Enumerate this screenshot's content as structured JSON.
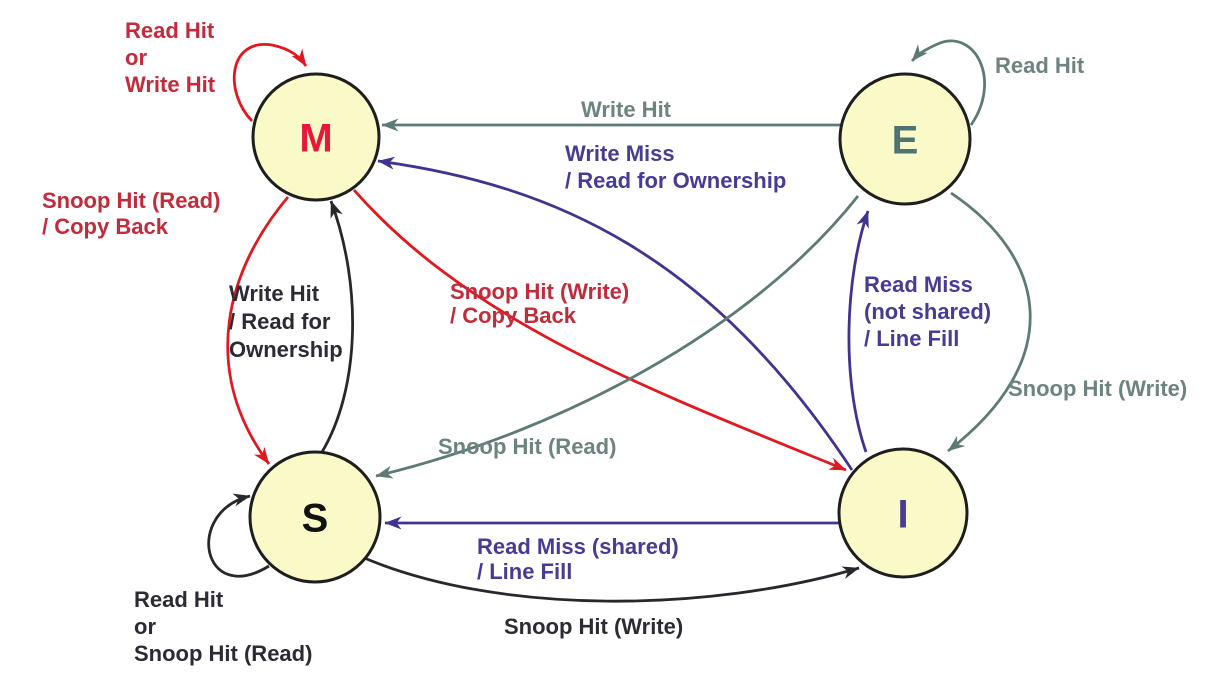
{
  "diagram": {
    "states": [
      {
        "id": "M",
        "letter": "M",
        "color_key": "red"
      },
      {
        "id": "E",
        "letter": "E",
        "color_key": "gray"
      },
      {
        "id": "S",
        "letter": "S",
        "color_key": "black"
      },
      {
        "id": "I",
        "letter": "I",
        "color_key": "purple"
      }
    ],
    "transitions": [
      {
        "id": "m-self",
        "from": "M",
        "to": "M",
        "color_key": "red",
        "label_lines": [
          "Read Hit",
          "or",
          "Write Hit"
        ]
      },
      {
        "id": "e-self",
        "from": "E",
        "to": "E",
        "color_key": "gray",
        "label_lines": [
          "Read Hit"
        ]
      },
      {
        "id": "e-m",
        "from": "E",
        "to": "M",
        "color_key": "gray",
        "label_lines": [
          "Write Hit"
        ]
      },
      {
        "id": "i-m",
        "from": "I",
        "to": "M",
        "color_key": "purple",
        "label_lines": [
          "Write Miss",
          "/ Read for Ownership"
        ]
      },
      {
        "id": "m-s",
        "from": "M",
        "to": "S",
        "color_key": "red",
        "label_lines": [
          "Snoop Hit (Read)",
          "/ Copy Back"
        ]
      },
      {
        "id": "s-m",
        "from": "S",
        "to": "M",
        "color_key": "black",
        "label_lines": [
          "Write Hit",
          "/ Read for",
          "Ownership"
        ]
      },
      {
        "id": "m-i",
        "from": "M",
        "to": "I",
        "color_key": "red",
        "label_lines": [
          "Snoop Hit (Write)",
          "/ Copy Back"
        ]
      },
      {
        "id": "i-e",
        "from": "I",
        "to": "E",
        "color_key": "purple",
        "label_lines": [
          "Read Miss",
          "(not shared)",
          "/ Line Fill"
        ]
      },
      {
        "id": "e-s",
        "from": "E",
        "to": "S",
        "color_key": "gray",
        "label_lines": [
          "Snoop Hit (Read)"
        ]
      },
      {
        "id": "e-i",
        "from": "E",
        "to": "I",
        "color_key": "gray",
        "label_lines": [
          "Snoop Hit (Write)"
        ]
      },
      {
        "id": "s-self",
        "from": "S",
        "to": "S",
        "color_key": "black",
        "label_lines": [
          "Read Hit",
          "or",
          "Snoop Hit (Read)"
        ]
      },
      {
        "id": "i-s",
        "from": "I",
        "to": "S",
        "color_key": "purple",
        "label_lines": [
          "Read Miss (shared)",
          "/ Line Fill"
        ]
      },
      {
        "id": "s-i",
        "from": "S",
        "to": "I",
        "color_key": "black",
        "label_lines": [
          "Snoop Hit (Write)"
        ]
      }
    ],
    "colors": {
      "red": {
        "arrow": "#E0181F",
        "label": "#C22B3C",
        "letter": "#E6193C"
      },
      "gray": {
        "arrow": "#5E7A77",
        "label": "#6D8381",
        "letter": "#4F7370"
      },
      "purple": {
        "arrow": "#3F3590",
        "label": "#473C93",
        "letter": "#4A3C92"
      },
      "black": {
        "arrow": "#28282C",
        "label": "#2B2B36",
        "letter": "#121212"
      },
      "node_fill": "#FAFAC8",
      "node_border": "#1E1E1E",
      "background": "#FFFFFF"
    }
  }
}
